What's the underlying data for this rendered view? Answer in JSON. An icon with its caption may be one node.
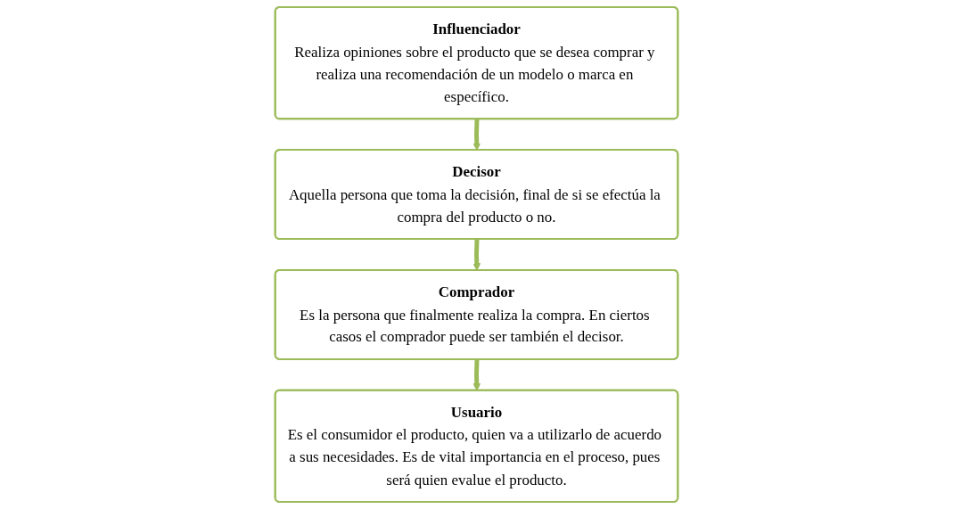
{
  "diagram": {
    "nodes": [
      {
        "text": [
          "Influenciador",
          "Realiza opiniones sobre el producto que se desea comprar y realiza una recomendación de un modelo o marca en específico."
        ]
      },
      {
        "text": [
          "Decisor",
          "Aquella persona que toma la decisión, final de si se efectúa la compra del producto o no."
        ]
      },
      {
        "text": [
          "Comprador",
          "Es la persona que finalmente realiza la compra. En ciertos casos el comprador puede ser también el decisor."
        ]
      },
      {
        "text": [
          "Usuario",
          "Es el consumidor el producto, quien va a utilizarlo de acuerdo a sus necesidades. Es de vital importancia en el proceso, pues será quien evalue el producto."
        ]
      }
    ],
    "edges": [
      {
        "from": 0,
        "to": 1,
        "arrow": "to"
      },
      {
        "from": 1,
        "to": 2,
        "arrow": "to"
      },
      {
        "from": 2,
        "to": 3,
        "arrow": "to"
      }
    ]
  }
}
